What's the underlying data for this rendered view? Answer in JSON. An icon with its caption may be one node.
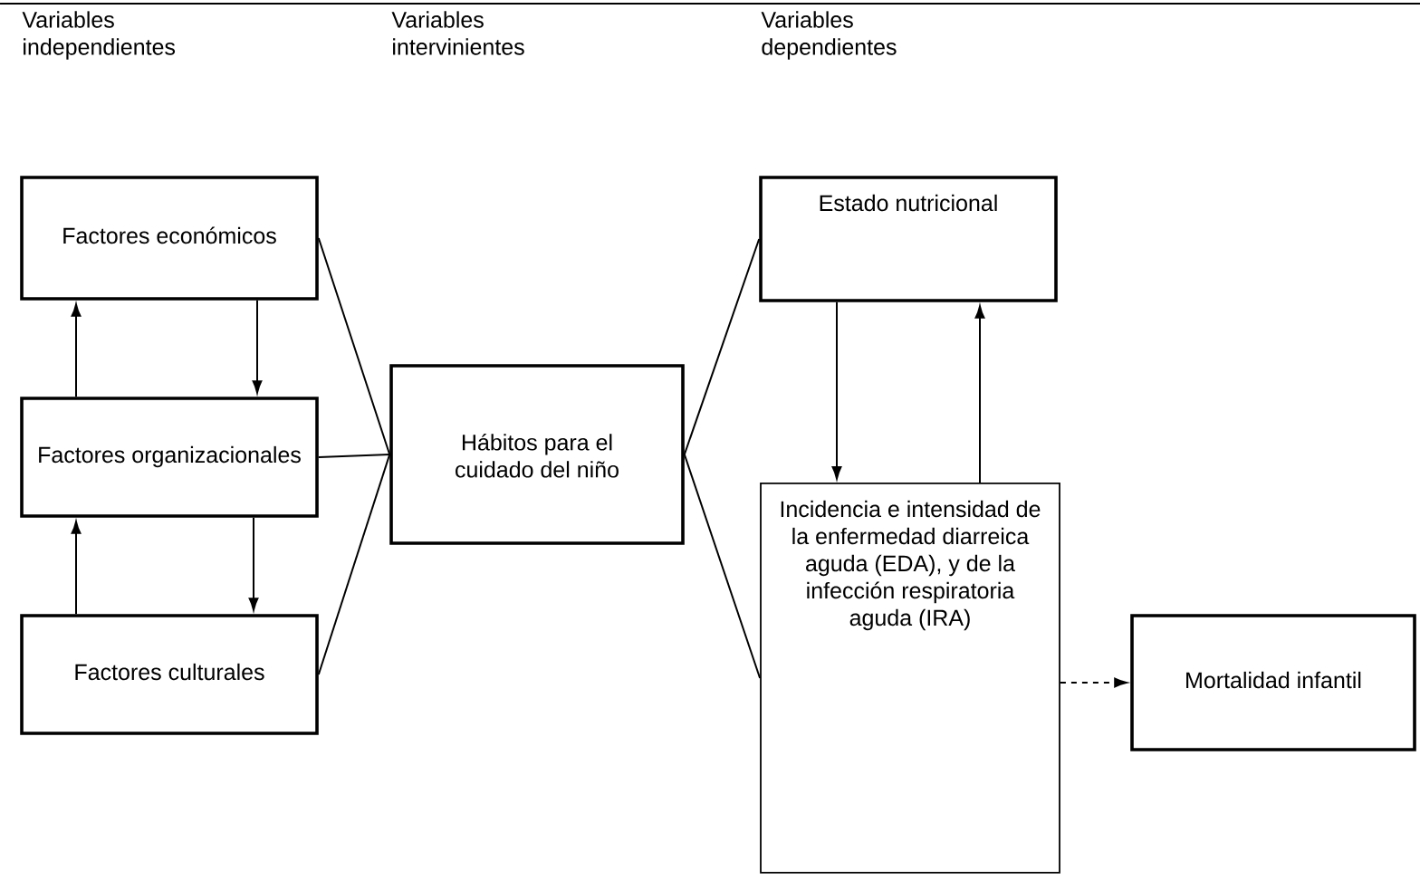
{
  "diagram": {
    "nodes": [
      {
        "text": [
          "Factores económicos"
        ]
      },
      {
        "text": [
          "Factores organizacionales"
        ]
      },
      {
        "text": [
          "Factores culturales"
        ]
      },
      {
        "text": [
          "Hábitos para el cuidado del niño"
        ]
      },
      {
        "text": [
          "Estado nutricional"
        ]
      },
      {
        "text": [
          "Incidencia e intensidad de la enfermedad diarreica aguda (EDA), y de la infección respiratoria aguda (IRA)"
        ]
      },
      {
        "text": [
          "Mortalidad infantil"
        ]
      }
    ],
    "edges": [
      {
        "from": 0,
        "to": 1,
        "arrow": "to"
      },
      {
        "from": 1,
        "to": 0,
        "arrow": "to"
      },
      {
        "from": 1,
        "to": 2,
        "arrow": "to"
      },
      {
        "from": 2,
        "to": 1,
        "arrow": "to"
      },
      {
        "from": 0,
        "to": 3,
        "arrow": "none"
      },
      {
        "from": 1,
        "to": 3,
        "arrow": "none"
      },
      {
        "from": 2,
        "to": 3,
        "arrow": "none"
      },
      {
        "from": 3,
        "to": 4,
        "arrow": "none"
      },
      {
        "from": 3,
        "to": 5,
        "arrow": "none"
      },
      {
        "from": 4,
        "to": 5,
        "arrow": "to"
      },
      {
        "from": 5,
        "to": 4,
        "arrow": "to"
      },
      {
        "from": 5,
        "to": 6,
        "arrow": "to",
        "style": "dashed"
      }
    ],
    "labels": [
      "Variables independientes",
      "Variables intervinientes",
      "Variables dependientes"
    ]
  }
}
